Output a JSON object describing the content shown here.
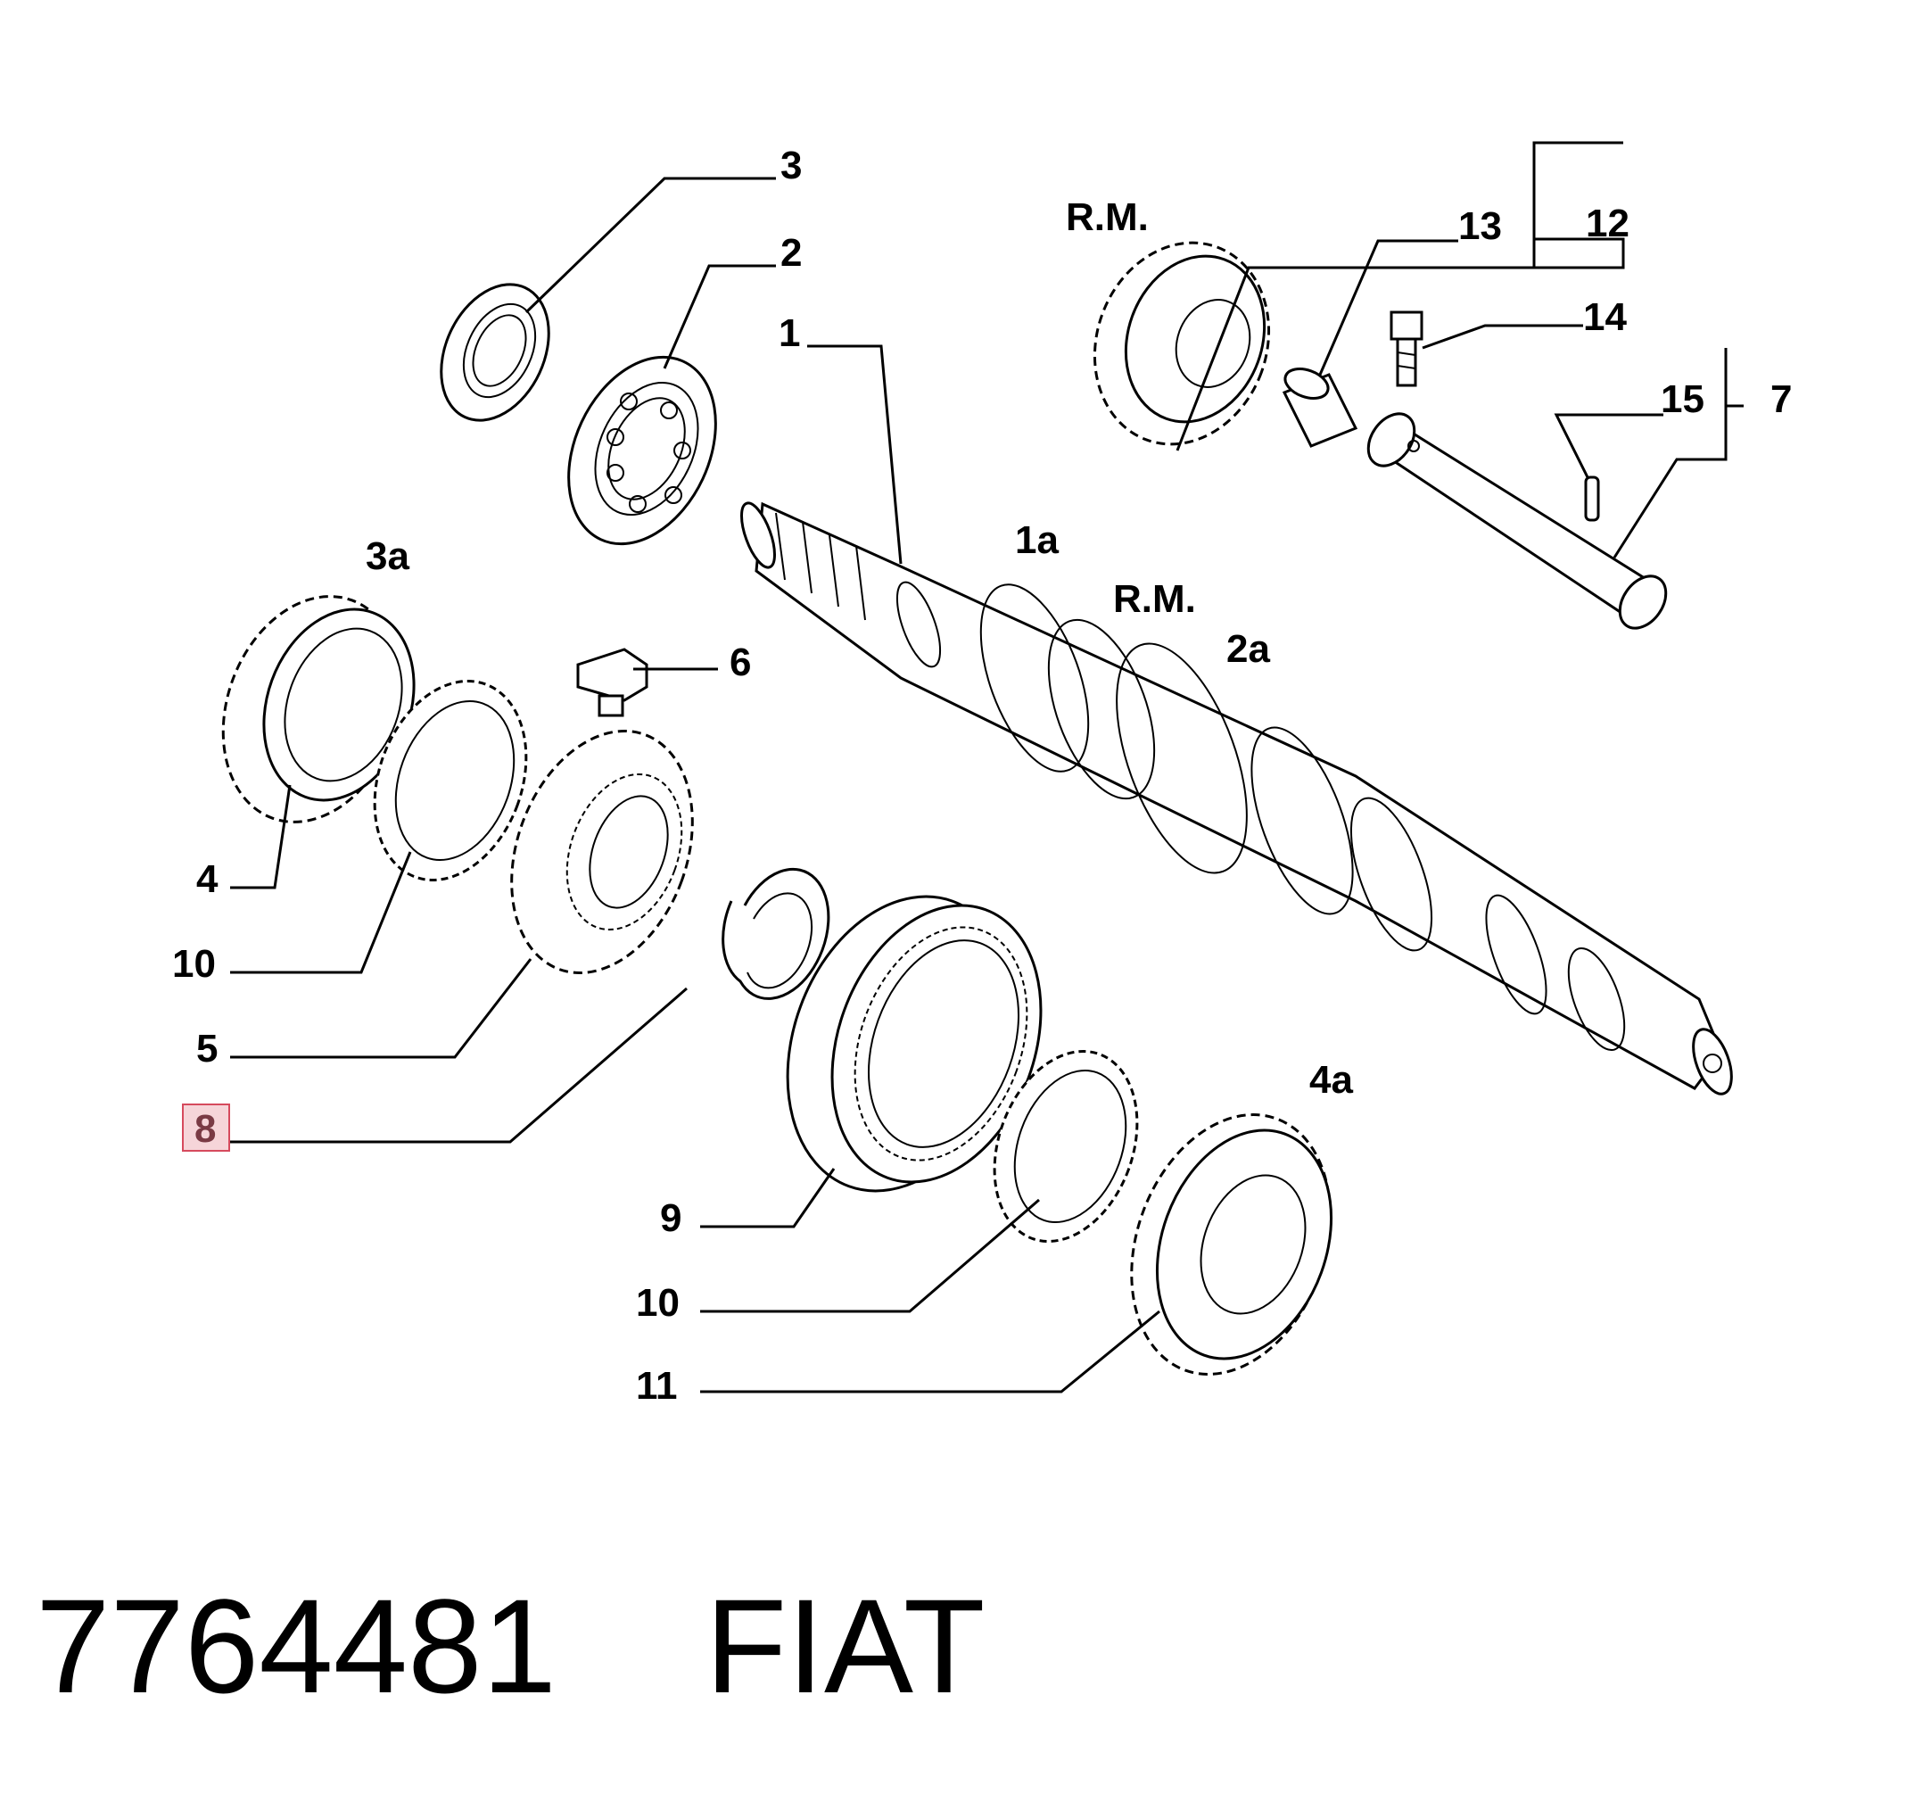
{
  "labels": {
    "l1": "1",
    "l1a": "1a",
    "l2": "2",
    "l2a": "2a",
    "l3": "3",
    "l3a": "3a",
    "l4": "4",
    "l4a": "4a",
    "l5": "5",
    "l6": "6",
    "l7": "7",
    "l8": "8",
    "l9": "9",
    "l10a": "10",
    "l10b": "10",
    "l11": "11",
    "l12": "12",
    "l13": "13",
    "l14": "14",
    "l15": "15",
    "rm1": "R.M.",
    "rm2": "R.M."
  },
  "footer": {
    "part_number": "7764481",
    "brand": "FIAT"
  },
  "colors": {
    "highlight_fill": "#f6d5d9",
    "highlight_border": "#d64a5d"
  }
}
